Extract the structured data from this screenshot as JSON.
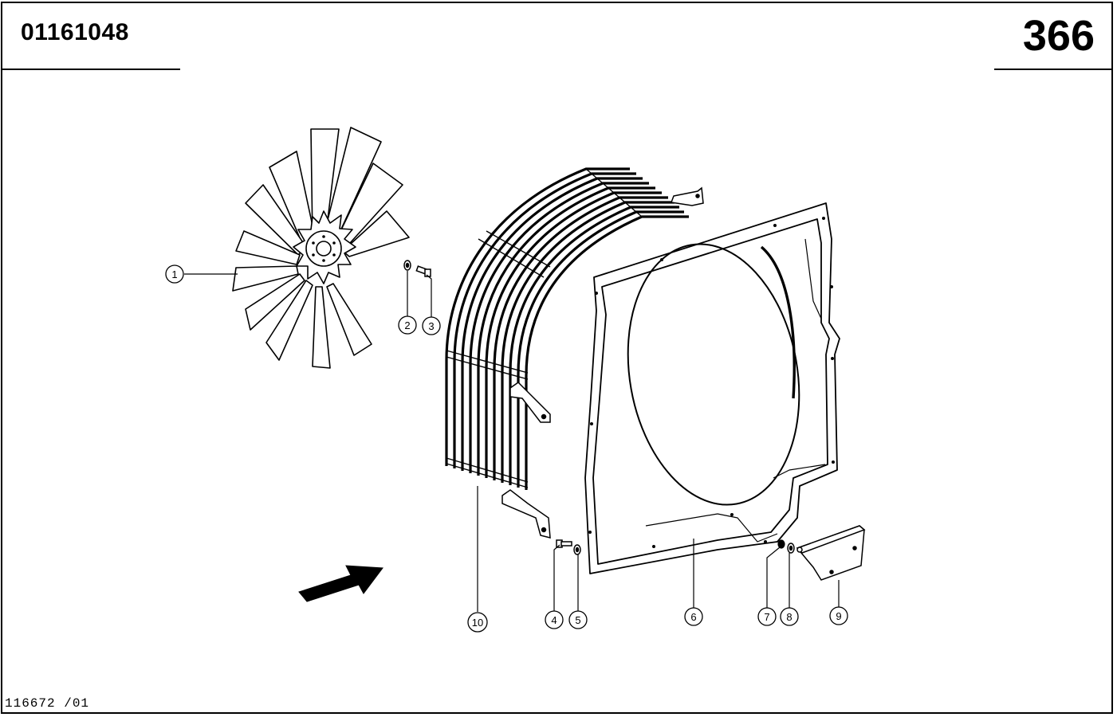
{
  "header": {
    "doc_number": "01161048",
    "page_number": "366"
  },
  "footer": {
    "ref_code": "116672 /01"
  },
  "callouts": [
    {
      "id": "1",
      "label": "1"
    },
    {
      "id": "2",
      "label": "2"
    },
    {
      "id": "3",
      "label": "3"
    },
    {
      "id": "4",
      "label": "4"
    },
    {
      "id": "5",
      "label": "5"
    },
    {
      "id": "6",
      "label": "6"
    },
    {
      "id": "7",
      "label": "7"
    },
    {
      "id": "8",
      "label": "8"
    },
    {
      "id": "9",
      "label": "9"
    },
    {
      "id": "10",
      "label": "10"
    }
  ]
}
